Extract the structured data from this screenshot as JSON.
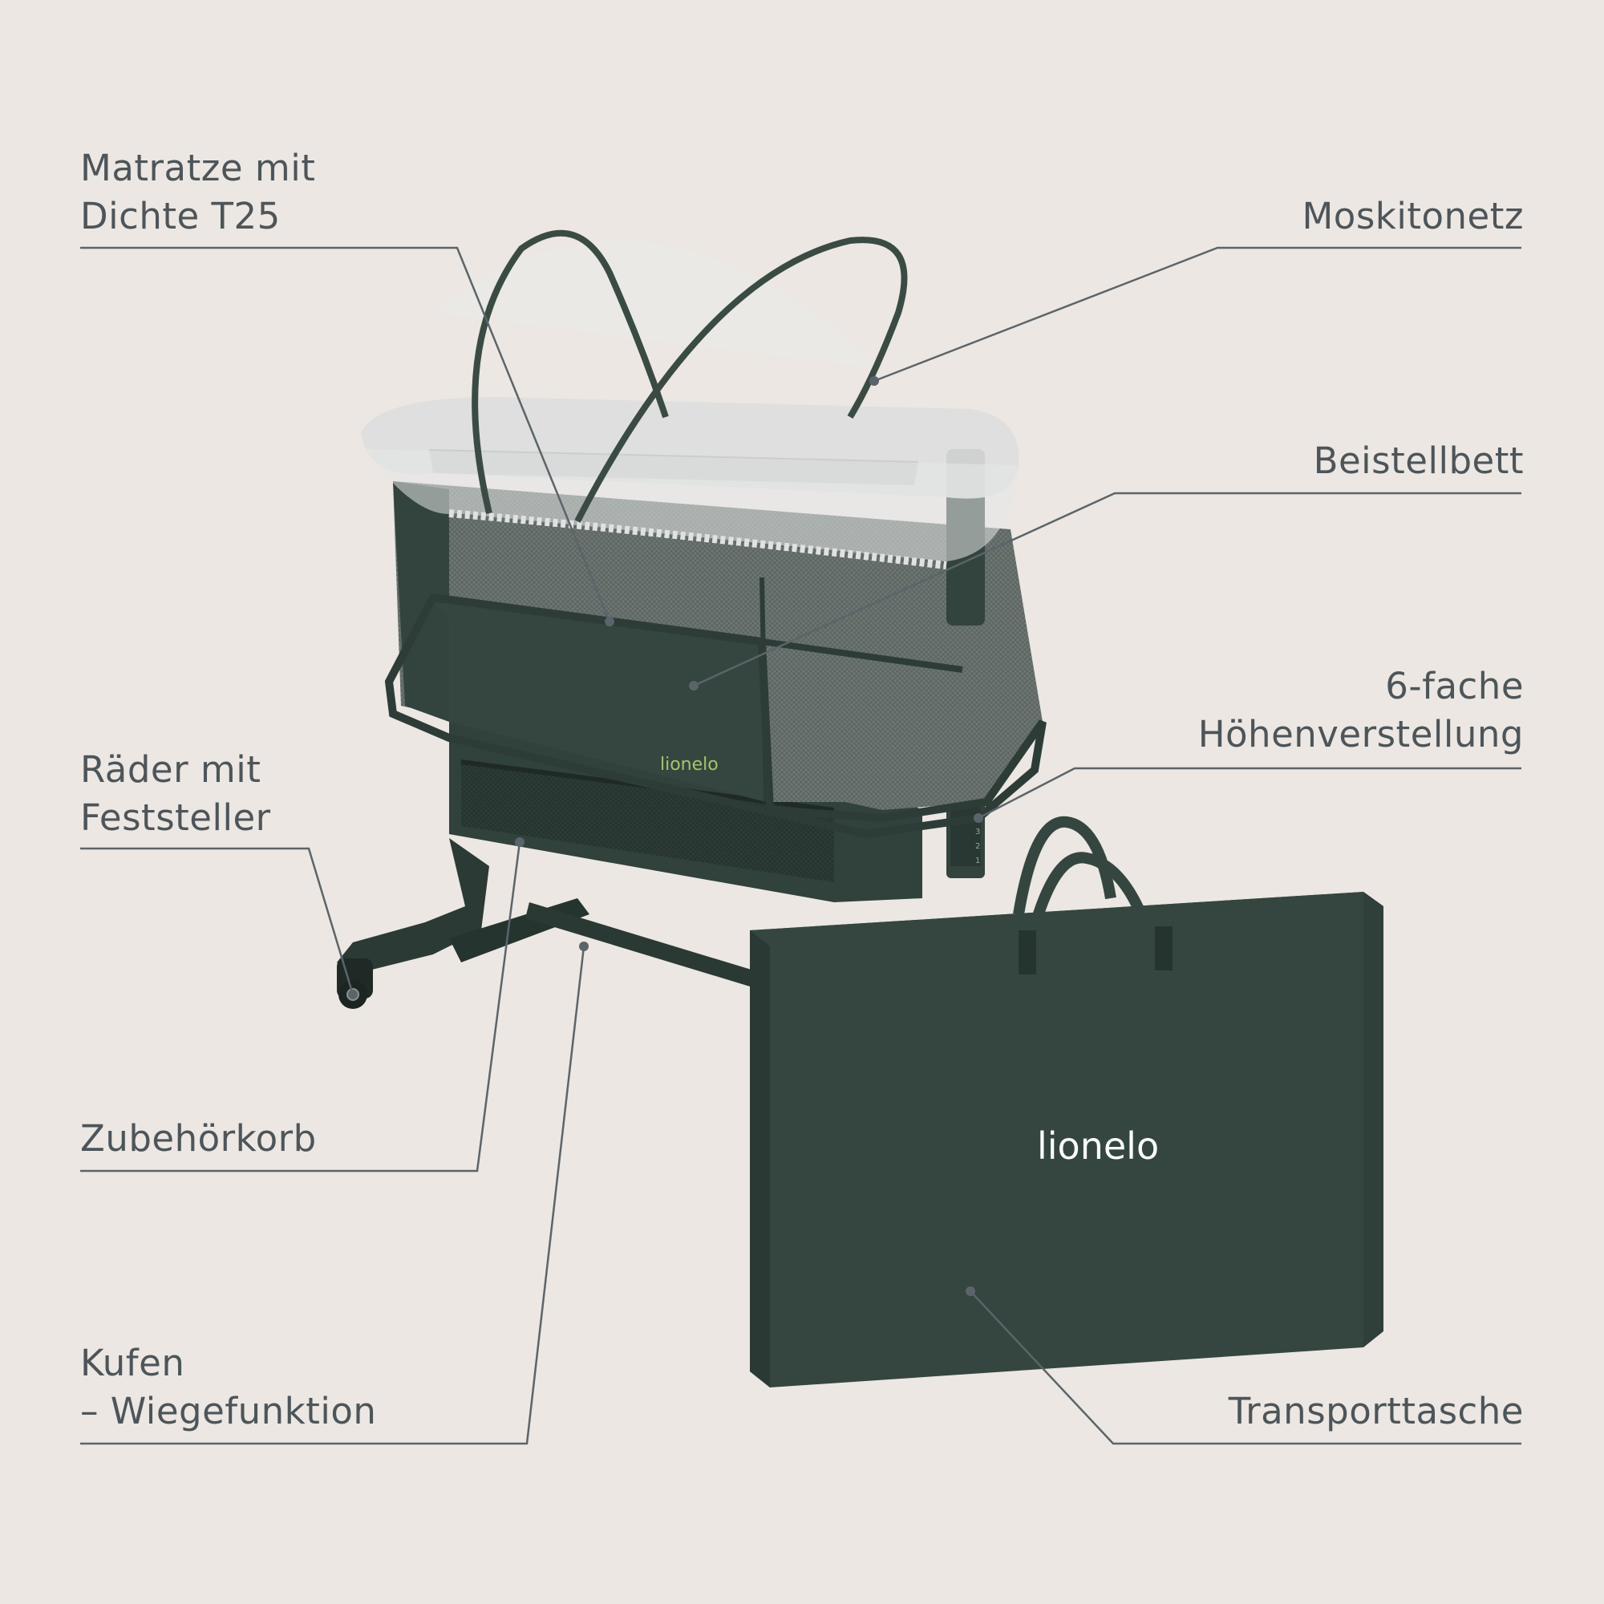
{
  "labels": {
    "mattress": [
      "Matratze mit",
      "Dichte T25"
    ],
    "net": "Moskitonetz",
    "cot": "Beistellbett",
    "height": [
      "6-fache",
      "Höhenverstellung"
    ],
    "wheels": [
      "Räder mit",
      "Feststeller"
    ],
    "basket": "Zubehörkorb",
    "rockers": [
      "Kufen",
      "– Wiegefunktion"
    ],
    "bag": "Transporttasche"
  },
  "brand": {
    "cot_logo": "lionelo",
    "bag_logo": "lionelo"
  },
  "height_scale": [
    "3",
    "2",
    "1"
  ],
  "colors": {
    "background": "#ece7e2",
    "product_green": "#34463f",
    "product_green_dark": "#26342f",
    "net_white": "#f2f2f2",
    "label_text": "#4d555a",
    "leader_line": "#5b646a",
    "logo_accent": "#a5c46a",
    "bag_logo": "#ffffff"
  }
}
